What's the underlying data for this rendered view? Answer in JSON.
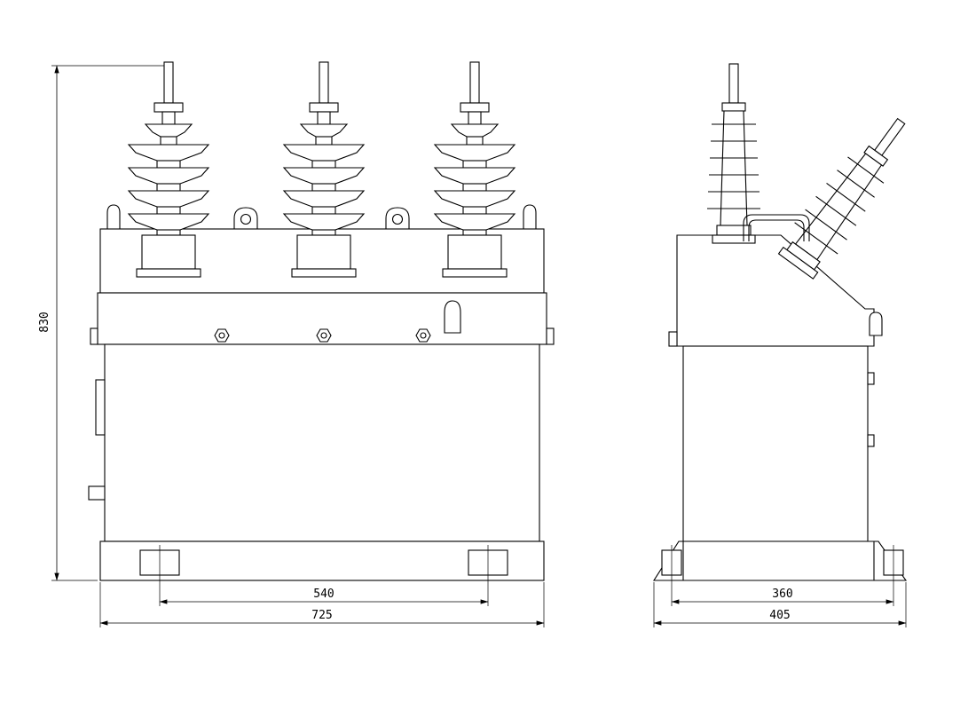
{
  "drawing": {
    "kind": "orthographic technical drawing: pole-mounted breaker/transformer, front and side views",
    "colors": {
      "background": "#ffffff",
      "line": "#000000"
    },
    "dims": {
      "height": "830",
      "front_span": "540",
      "front_width": "725",
      "side_span": "360",
      "side_width": "405"
    }
  }
}
